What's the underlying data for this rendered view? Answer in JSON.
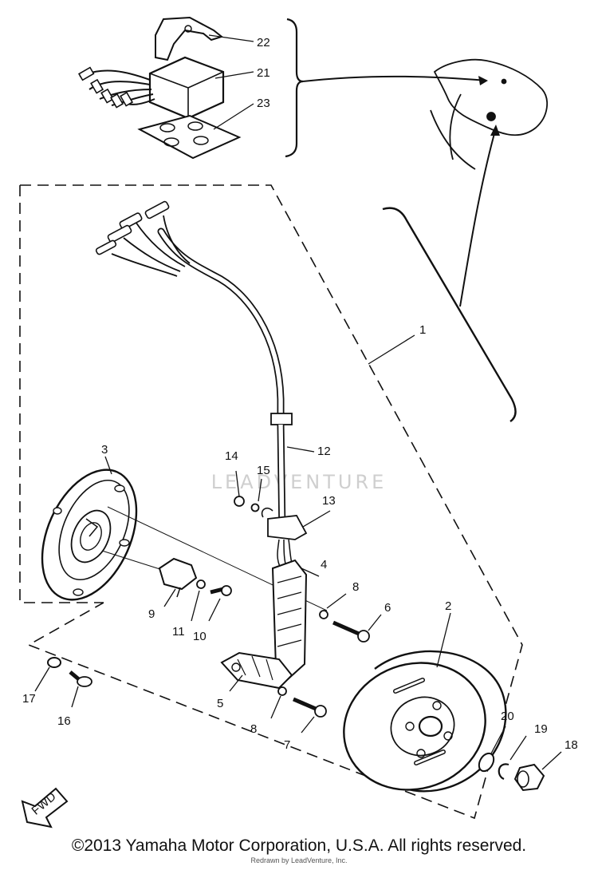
{
  "labels": {
    "l1": "1",
    "l2": "2",
    "l3": "3",
    "l4": "4",
    "l5": "5",
    "l6": "6",
    "l7": "7",
    "l8a": "8",
    "l8b": "8",
    "l9": "9",
    "l10": "10",
    "l11": "11",
    "l12": "12",
    "l13": "13",
    "l14": "14",
    "l15": "15",
    "l16": "16",
    "l17": "17",
    "l18": "18",
    "l19": "19",
    "l20": "20",
    "l21": "21",
    "l22": "22",
    "l23": "23"
  },
  "fwd_label": "FWD",
  "watermark": "LEADVENTURE",
  "copyright": "©2013 Yamaha Motor Corporation, U.S.A. All rights reserved.",
  "redrawn_by": "Redrawn by LeadVenture, Inc."
}
